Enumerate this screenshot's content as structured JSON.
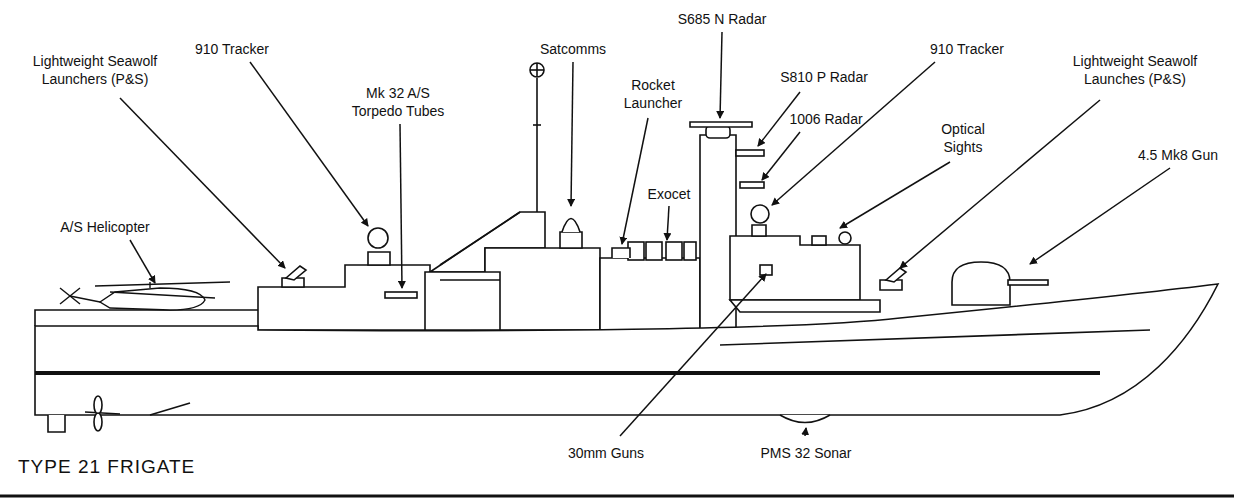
{
  "diagram": {
    "title": "TYPE 21 FRIGATE",
    "labels": [
      "Lightweight Seawolf Launchers (P&S)",
      "910 Tracker",
      "Mk 32 A/S Torpedo Tubes",
      "Satcomms",
      "Rocket Launcher",
      "S685 N Radar",
      "S810 P Radar",
      "1006 Radar",
      "910 Tracker",
      "Optical Sights",
      "Lightweight Seawolf Launches (P&S)",
      "4.5 Mk8 Gun",
      "A/S Helicopter",
      "Exocet",
      "30mm Guns",
      "PMS 32 Sonar"
    ]
  }
}
